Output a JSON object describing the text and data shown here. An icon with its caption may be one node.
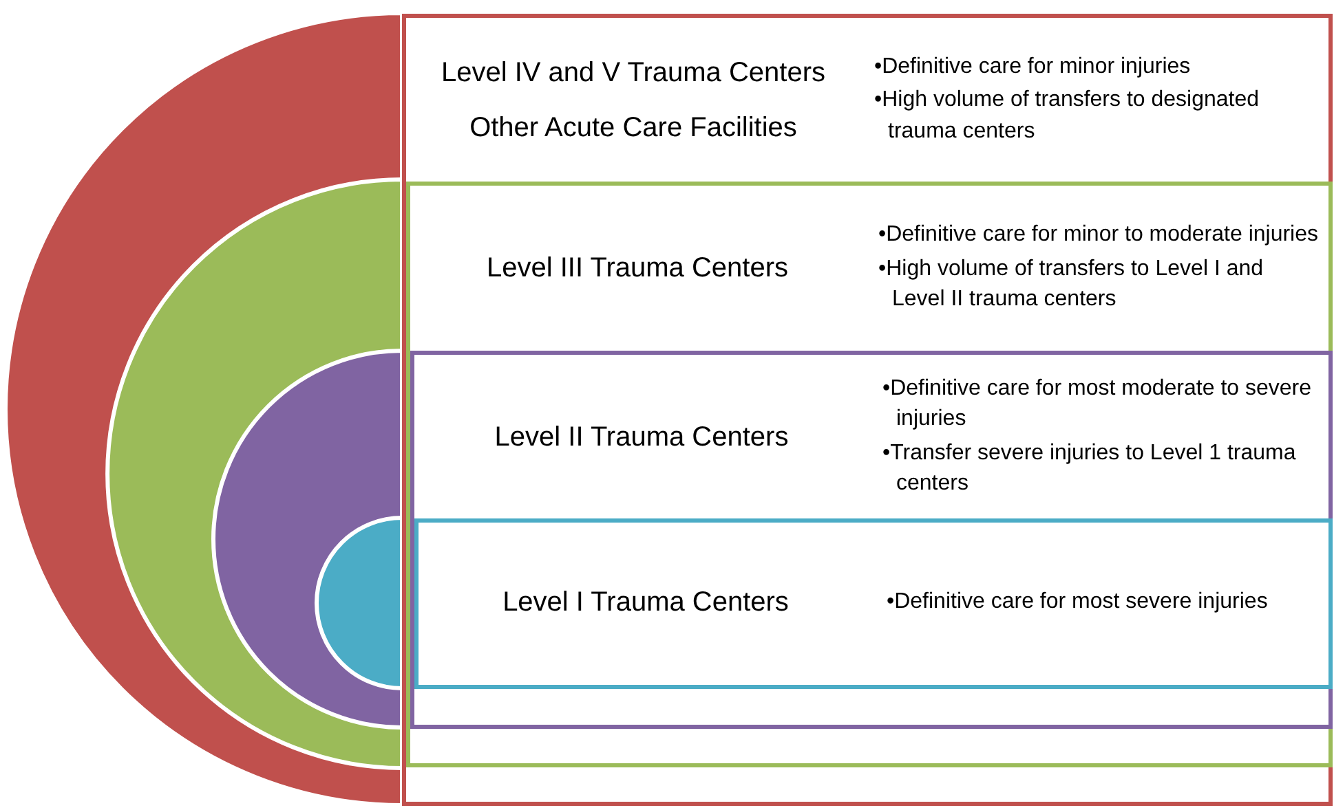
{
  "diagram": {
    "nodes": [
      {
        "text": [
          "Level IV and V Trauma Centers",
          "Other Acute Care Facilities",
          "•Definitive care for minor injuries",
          "•High volume of transfers to designated trauma centers"
        ]
      },
      {
        "text": [
          "Level III Trauma Centers",
          "•Definitive care for minor to moderate injuries",
          "•High volume of transfers to Level I and Level II trauma centers"
        ],
        "in": 0
      },
      {
        "text": [
          "Level II Trauma Centers",
          "•Definitive care for most moderate to severe injuries",
          "•Transfer severe injuries to Level 1 trauma centers"
        ],
        "in": 1
      },
      {
        "text": [
          "Level I Trauma Centers",
          "•Definitive care for most severe injuries"
        ],
        "in": 2
      }
    ]
  }
}
